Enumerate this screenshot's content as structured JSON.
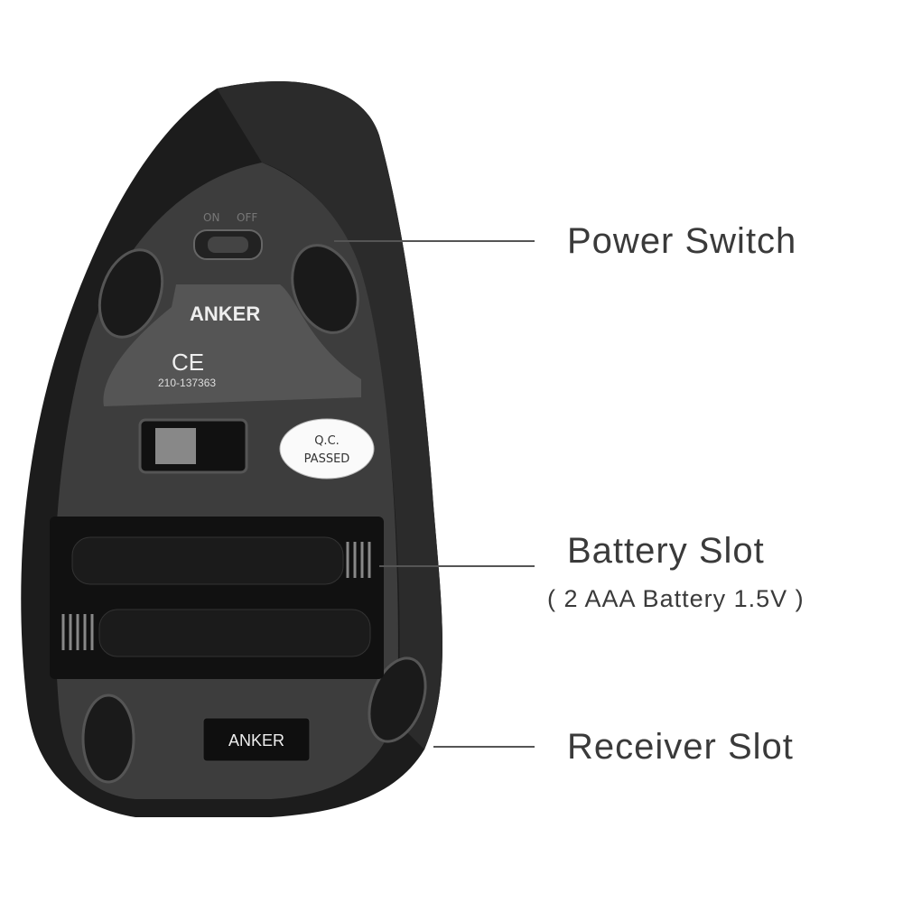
{
  "product": {
    "brand_logo": "ANKER",
    "certification_number": "210-137363",
    "qc_sticker": [
      "Q.C.",
      "PASSED"
    ],
    "switch_labels": [
      "ON",
      "OFF"
    ]
  },
  "callouts": {
    "power_switch": "Power Switch",
    "battery_slot": "Battery Slot",
    "battery_spec": "( 2 AAA Battery 1.5V )",
    "receiver_slot": "Receiver Slot"
  },
  "colors": {
    "body": "#1e1e1e",
    "plate": "#3d3d3d",
    "label_text": "#3a3a3a"
  }
}
